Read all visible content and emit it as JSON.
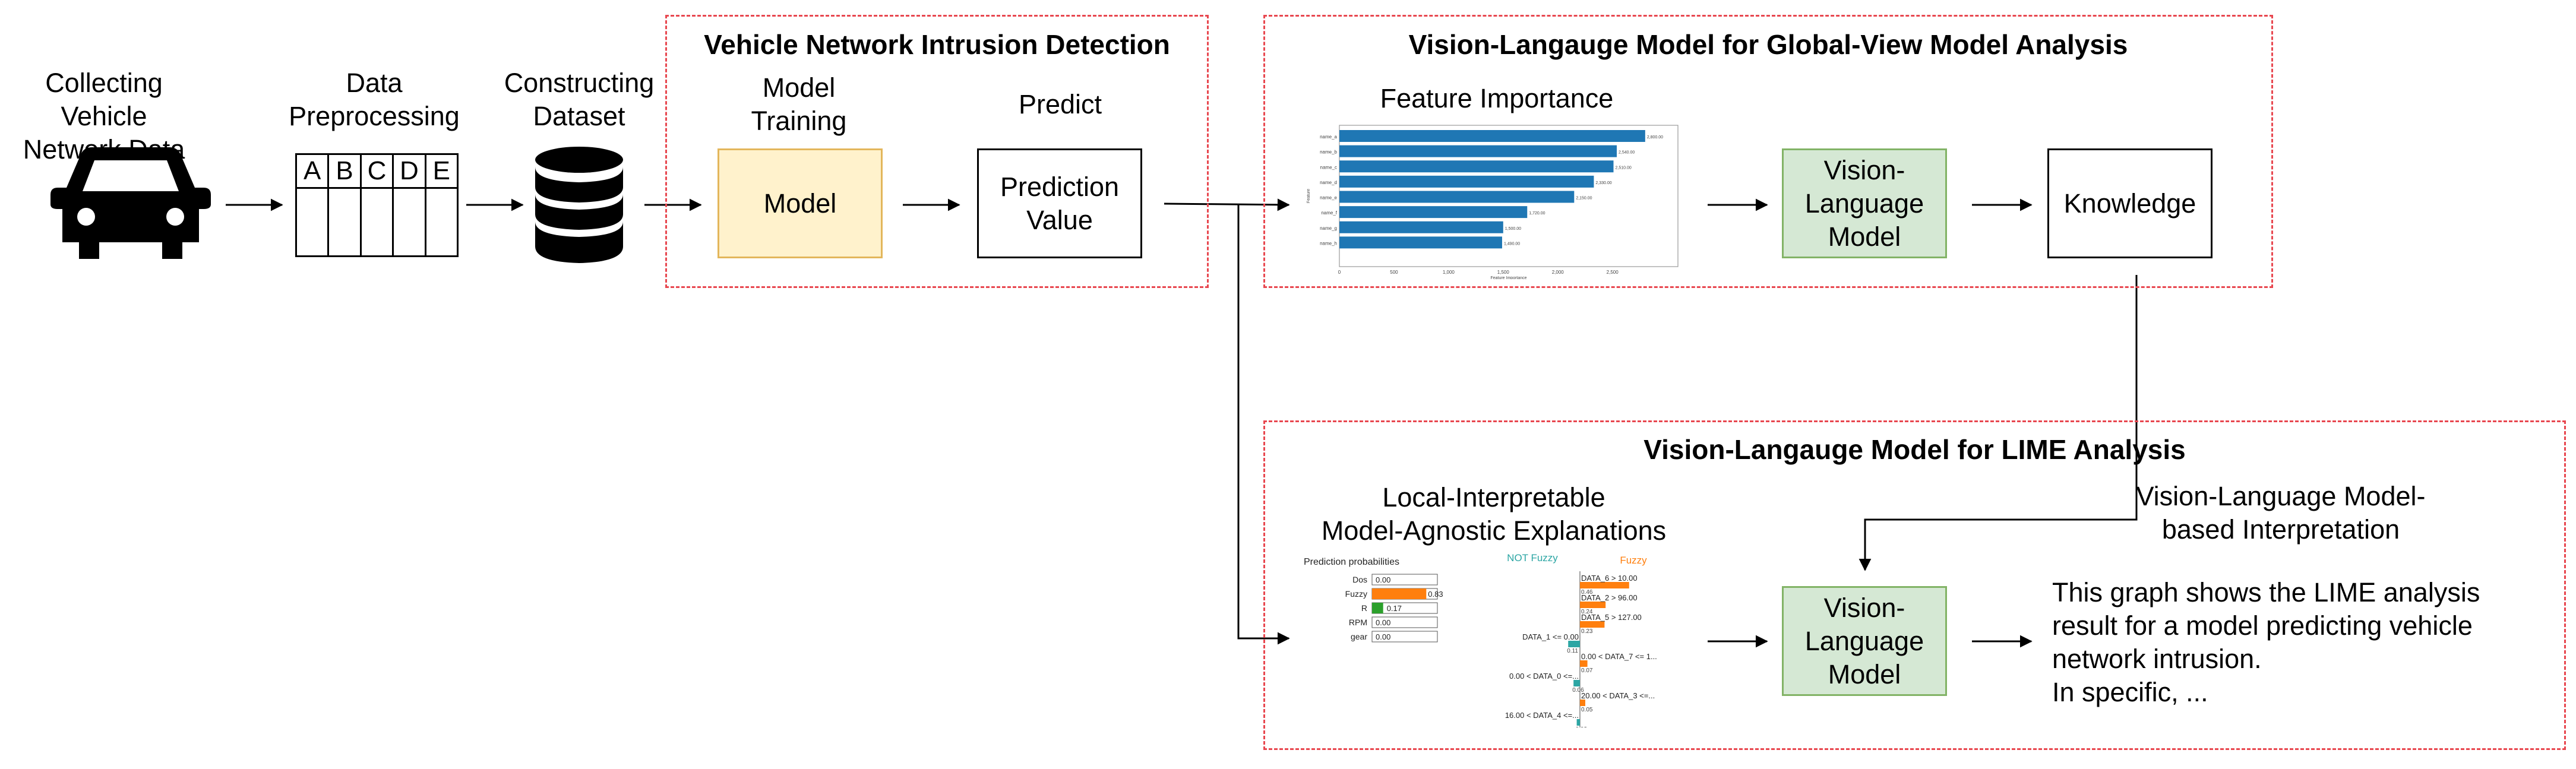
{
  "pipeline": {
    "collect_label": "Collecting Vehicle\nNetwork Data",
    "preprocess_label": "Data\nPreprocessing",
    "table_headers": [
      "A",
      "B",
      "C",
      "D",
      "E"
    ],
    "dataset_label": "Constructing\nDataset"
  },
  "intrusion": {
    "title": "Vehicle Network Intrusion Detection",
    "training_label": "Model\nTraining",
    "predict_label": "Predict",
    "model_box": "Model",
    "prediction_box": "Prediction\nValue"
  },
  "global_view": {
    "title": "Vision-Langauge Model for Global-View Model Analysis",
    "feature_importance_label": "Feature Importance",
    "vlm_box": "Vision-\nLanguage\nModel",
    "knowledge_box": "Knowledge"
  },
  "lime": {
    "title": "Vision-Langauge Model for LIME Analysis",
    "lime_label": "Local-Interpretable\nModel-Agnostic Explanations",
    "vlm_box": "Vision-\nLanguage\nModel",
    "interpretation_label": "Vision-Language Model-\nbased Interpretation",
    "interpretation_text": "This graph shows the LIME analysis\nresult for a model predicting vehicle\nnetwork intrusion.\nIn specific, ..."
  },
  "chart_data": [
    {
      "type": "bar",
      "orientation": "horizontal",
      "title": "",
      "ylabel": "Feature",
      "xlabel": "Feature Importance",
      "categories": [
        "name_a",
        "name_b",
        "name_c",
        "name_d",
        "name_e",
        "name_f",
        "name_g",
        "name_h"
      ],
      "values": [
        2800,
        2540,
        2510,
        2330,
        2150,
        1720,
        1500,
        1490
      ],
      "value_labels": [
        "2,800.00",
        "2,540.00",
        "2,510.00",
        "2,330.00",
        "2,150.00",
        "1,720.00",
        "1,500.00",
        "1,490.00"
      ],
      "xticks": [
        "0",
        "500",
        "1,000",
        "1,500",
        "2,000",
        "2,500"
      ],
      "xlim": [
        0,
        3100
      ],
      "color": "#1f77b4"
    },
    {
      "type": "bar",
      "orientation": "horizontal",
      "title": "Prediction probabilities",
      "categories": [
        "Dos",
        "Fuzzy",
        "R",
        "RPM",
        "gear"
      ],
      "values": [
        0.0,
        0.83,
        0.17,
        0.0,
        0.0
      ],
      "value_labels": [
        "0.00",
        "0.83",
        "0.17",
        "0.00",
        "0.00"
      ],
      "colors": [
        "#1f77b4",
        "#ff7f0e",
        "#2ca02c",
        "#d62728",
        "#9467bd"
      ]
    },
    {
      "type": "bar",
      "orientation": "horizontal",
      "legend": {
        "negative": "NOT Fuzzy",
        "positive": "Fuzzy"
      },
      "negative_color": "#2ca6a4",
      "positive_color": "#ff7f0e",
      "features": [
        {
          "label": "DATA_6 > 10.00",
          "value": 0.46,
          "value_label": "0.46"
        },
        {
          "label": "DATA_2 > 96.00",
          "value": 0.24,
          "value_label": "0.24"
        },
        {
          "label": "DATA_5 > 127.00",
          "value": 0.23,
          "value_label": "0.23"
        },
        {
          "label": "DATA_1 <= 0.00",
          "value": -0.11,
          "value_label": "0.11"
        },
        {
          "label": "0.00 < DATA_7 <= 1...",
          "value": 0.07,
          "value_label": "0.07"
        },
        {
          "label": "0.00 < DATA_0 <=...",
          "value": -0.06,
          "value_label": "0.06"
        },
        {
          "label": "20.00 < DATA_3 <=...",
          "value": 0.05,
          "value_label": "0.05"
        },
        {
          "label": "16.00 < DATA_4 <=...",
          "value": -0.03,
          "value_label": "0.03"
        }
      ]
    }
  ]
}
